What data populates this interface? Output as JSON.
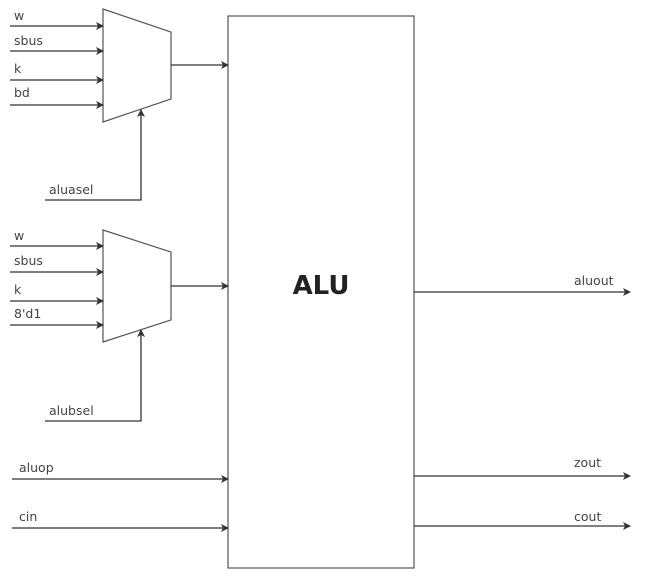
{
  "diagram": {
    "alu": {
      "label": "ALU"
    },
    "mux_a": {
      "inputs": [
        "w",
        "sbus",
        "k",
        "bd"
      ],
      "select": "aluasel"
    },
    "mux_b": {
      "inputs": [
        "w",
        "sbus",
        "k",
        "8'd1"
      ],
      "select": "alubsel"
    },
    "alu_inputs": [
      "aluop",
      "cin"
    ],
    "outputs": [
      "aluout",
      "zout",
      "cout"
    ]
  }
}
